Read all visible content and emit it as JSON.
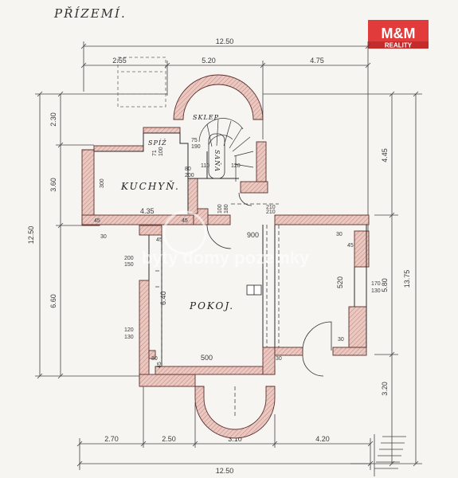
{
  "title": "PŘÍZEMÍ.",
  "logo": {
    "mark": "M&M",
    "sub": "REALITY",
    "color": "#e23b3b"
  },
  "watermark": "byty domy pozemky",
  "rooms": {
    "kitchen": "KUCHYŇ.",
    "living": "POKOJ.",
    "cellar": "SKLEP",
    "pantry": "SPÍŽ",
    "bath": "SAŇA"
  },
  "dims": {
    "top_total": "12.50",
    "top_a": "2.55",
    "top_b": "5.20",
    "top_c": "4.75",
    "bottom_total": "12.50",
    "bottom_a": "2.70",
    "bottom_b": "2.50",
    "bottom_c": "3.10",
    "bottom_d": "4.20",
    "left_total": "12.50",
    "left_a": "2.30",
    "left_b": "3.60",
    "left_c": "6.60",
    "right_total": "13.75",
    "right_a": "4.45",
    "right_b": "5.80",
    "right_c": "3.20",
    "k_width": "4.35",
    "k_height": "300",
    "k_45a": "45",
    "k_45b": "45",
    "k_30": "30",
    "wall_45": "45",
    "room_w": "900",
    "room_h": "520",
    "room_640": "6.40",
    "room_500": "500",
    "l_200": "200",
    "l_150": "150",
    "l_120": "120",
    "l_130": "130",
    "l_30": "30",
    "r_170": "170",
    "r_130": "130",
    "r_30a": "30",
    "r_45": "45",
    "r_30b": "30",
    "b_30": "30",
    "b_45": "45",
    "c_110": "110",
    "c_120": "120",
    "c_80": "80",
    "c_200": "200",
    "c_75": "75",
    "c_190": "190",
    "c_71": "71",
    "c_100": "100",
    "d_210": "210",
    "d_210b": "210",
    "d_100": "100",
    "d_180": "180"
  }
}
